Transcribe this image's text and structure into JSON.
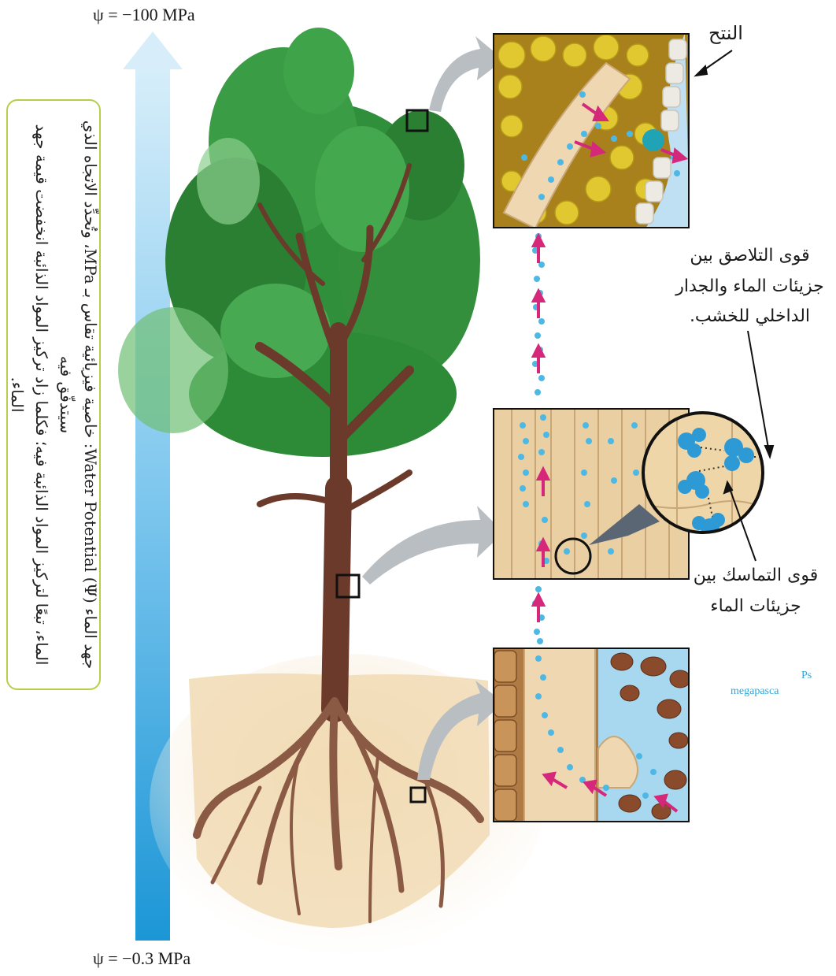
{
  "top_label": "ψ = −100 MPa",
  "bottom_label": "ψ = −0.3 MPa",
  "definition_box": {
    "line1": "جهد الماء Water Potential (Ψ): خاصية فيزيائية تقاس بـ MPa، وتُحدِّد الاتجاه الذي سيتدفّق فيه",
    "line2": "الماء، تبعًا لتركيز المواد الذائبة فيه؛ فكلما زاد تركيز المواد الذائبة انخفضت قيمة جهد الماء."
  },
  "labels": {
    "transpiration": "النتح",
    "adhesion": "قوى التلاصق بين جزيئات الماء والجدار الداخلي للخشب.",
    "cohesion": "قوى التماسك بين جزيئات الماء"
  },
  "cutoff_text": {
    "line1": "Ps",
    "line2": "megapasca"
  },
  "colors": {
    "gradient_top": "#cfeaf8",
    "gradient_bottom": "#1e9ad8",
    "box_border": "#b5cf4a",
    "water_dot": "#4db8e4",
    "arrow_magenta": "#d6287b",
    "trunk": "#6b3a2a",
    "foliage": "#2f8f3a",
    "soil": "#ecd2a8"
  }
}
